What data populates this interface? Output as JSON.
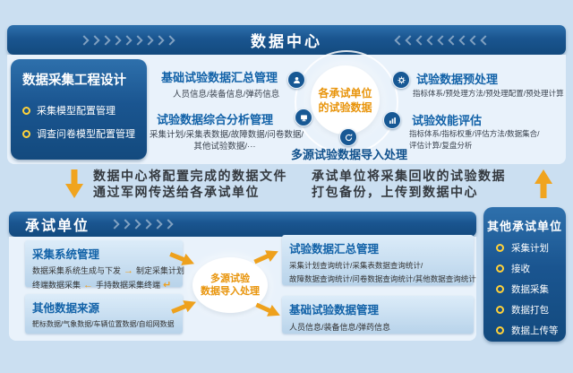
{
  "banner": {
    "title": "数据中心"
  },
  "design_panel": {
    "title": "数据采集工程设计",
    "items": [
      "采集模型配置管理",
      "调查问卷模型配置管理"
    ]
  },
  "center_groups": {
    "summary": {
      "title": "基础试验数据汇总管理",
      "detail": "人员信息/装备信息/弹药信息"
    },
    "analysis": {
      "title": "试验数据综合分析管理",
      "detail_line1": "采集计划/采集表数据/故障数据/问卷数据/",
      "detail_line2": "其他试验数据/···"
    },
    "preprocess": {
      "title": "试验数据预处理",
      "detail": "指标体系/预处理方法/预处理配置/预处理计算"
    },
    "evaluation": {
      "title": "试验效能评估",
      "detail_line1": "指标体系/指标权重/评估方法/数据集合/",
      "detail_line2": "评估计算/复盘分析"
    },
    "hub_circle": {
      "line1": "各承试单位",
      "line2": "的试验数据"
    },
    "import_label": "多源试验数据导入处理"
  },
  "transfer": {
    "down_line1": "数据中心将配置完成的数据文件",
    "down_line2": "通过军网传送给各承试单位",
    "up_line1": "承试单位将采集回收的试验数据",
    "up_line2": "打包备份，上传到数据中心"
  },
  "unit_section": {
    "header": "承试单位",
    "collect_box": {
      "title": "采集系统管理",
      "row1_left": "数据采集系统生成与下发",
      "row1_right": "制定采集计划",
      "row2_left": "终端数据采集",
      "row2_right": "手持数据采集终端"
    },
    "other_box": {
      "title": "其他数据来源",
      "detail": "靶标数据/气象数据/车辆位置数据/自组网数据"
    },
    "import_ellipse": {
      "line1": "多源试验",
      "line2": "数据导入处理"
    },
    "summary_box": {
      "title": "试验数据汇总管理",
      "detail_line1": "采集计划查询统计/采集表数据查询统计/",
      "detail_line2": "故障数据查询统计/问卷数据查询统计/其他数据查询统计"
    },
    "basic_box": {
      "title": "基础试验数据管理",
      "detail": "人员信息/装备信息/弹药信息"
    }
  },
  "other_units_panel": {
    "title": "其他承试单位",
    "items": [
      "采集计划",
      "接收",
      "数据采集",
      "数据打包",
      "数据上传等"
    ]
  },
  "icons": {
    "arrow_right": "→",
    "arrow_left": "←",
    "arrow_return": "↵"
  },
  "colors": {
    "dark_blue": "#1a5590",
    "heading_blue": "#1262a8",
    "orange": "#ef9f1c",
    "bullet_yellow": "#ffd23a",
    "hub_text_orange": "#e8940b",
    "background": "#cbdff1"
  }
}
